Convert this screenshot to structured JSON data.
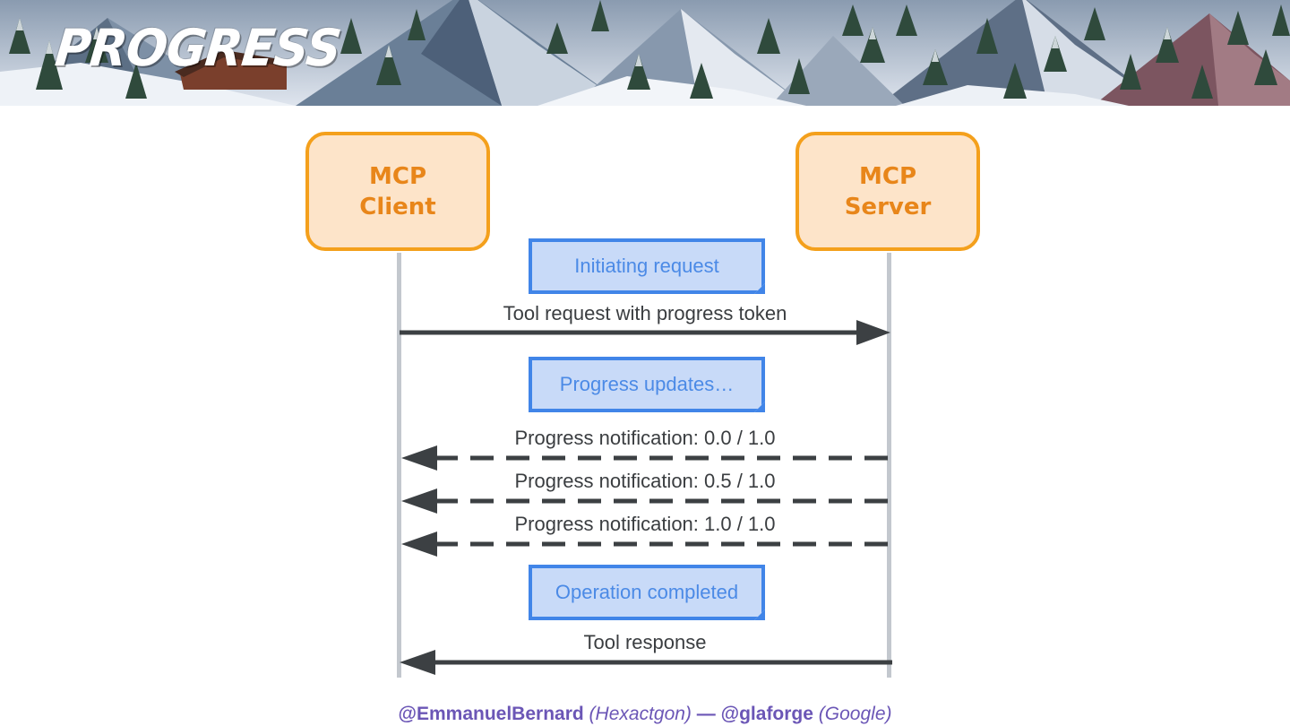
{
  "slide": {
    "title": "PROGRESS"
  },
  "actors": {
    "client": {
      "line1": "MCP",
      "line2": "Client"
    },
    "server": {
      "line1": "MCP",
      "line2": "Server"
    }
  },
  "notes": {
    "initiating": "Initiating request",
    "updates": "Progress updates…",
    "completed": "Operation completed"
  },
  "messages": {
    "request": "Tool request with progress token",
    "progress_0": "Progress notification: 0.0 / 1.0",
    "progress_1": "Progress notification: 0.5 / 1.0",
    "progress_2": "Progress notification: 1.0 / 1.0",
    "response": "Tool response"
  },
  "footer": {
    "handle1": "@EmmanuelBernard",
    "org1": "(Hexactgon)",
    "separator": "—",
    "handle2": "@glaforge",
    "org2": "(Google)"
  },
  "colors": {
    "actor_border": "#f4a01c",
    "actor_fill": "#fde4c9",
    "actor_text": "#e8861a",
    "note_border": "#4185e8",
    "note_fill": "#c8daf8",
    "note_text": "#4b8ae6",
    "arrow": "#3c4043",
    "lifeline": "#c3c8ce",
    "footer_text": "#6b56b6"
  }
}
